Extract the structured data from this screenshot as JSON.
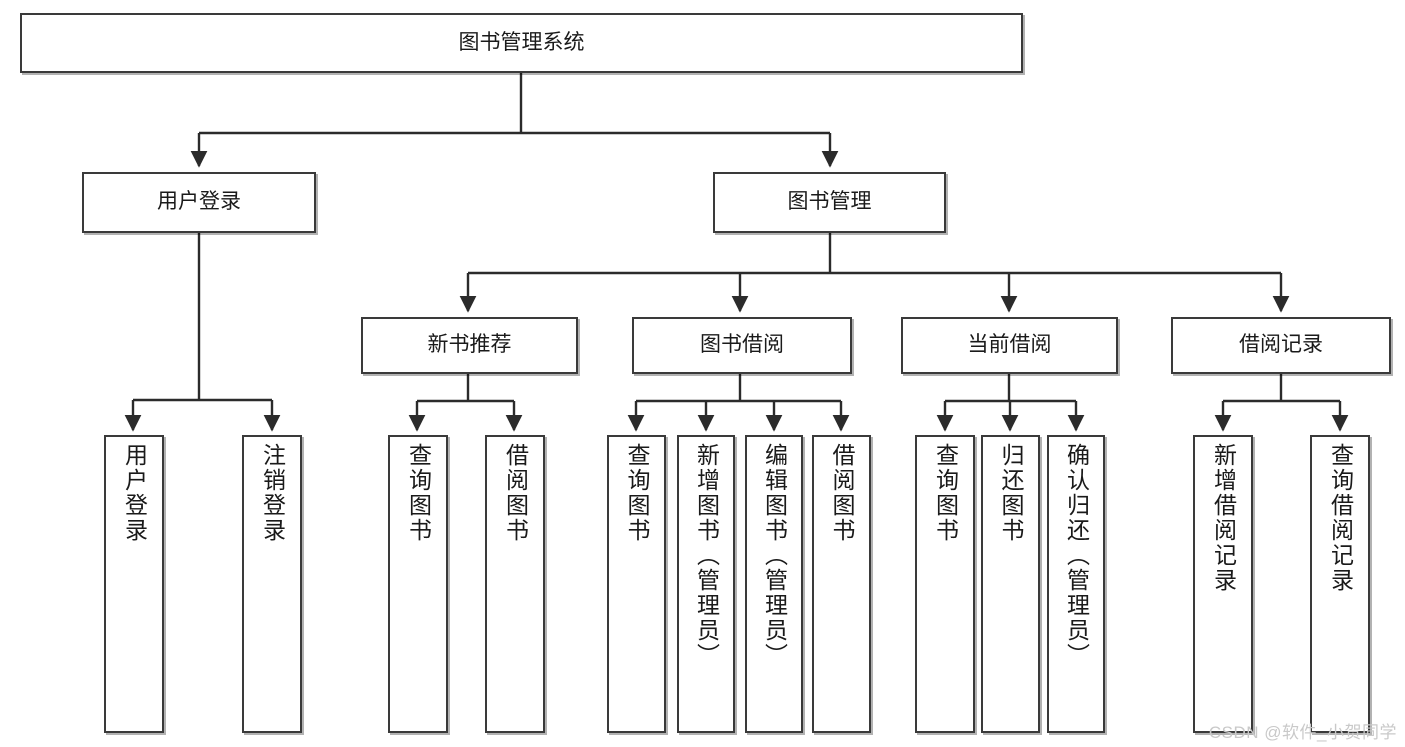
{
  "diagram": {
    "title": "图书管理系统",
    "type": "hierarchy-tree",
    "watermark": "CSDN @软件_小贺同学",
    "colors": {
      "border": "#3a3a3a",
      "fill": "#ffffff",
      "text": "#1a1a1a",
      "edge": "#2b2b2b",
      "watermark": "#c9c9c9"
    },
    "nodes": {
      "root": {
        "label": "图书管理系统"
      },
      "level1": [
        {
          "label": "用户登录"
        },
        {
          "label": "图书管理"
        }
      ],
      "level2": [
        {
          "label": "新书推荐"
        },
        {
          "label": "图书借阅"
        },
        {
          "label": "当前借阅"
        },
        {
          "label": "借阅记录"
        }
      ],
      "leaves_user_login": [
        {
          "label": "用户登录"
        },
        {
          "label": "注销登录"
        }
      ],
      "leaves_new_books": [
        {
          "label": "查询图书"
        },
        {
          "label": "借阅图书"
        }
      ],
      "leaves_borrow": [
        {
          "label": "查询图书"
        },
        {
          "label": "新增图书（管理员）"
        },
        {
          "label": "编辑图书（管理员）"
        },
        {
          "label": "借阅图书"
        }
      ],
      "leaves_current": [
        {
          "label": "查询图书"
        },
        {
          "label": "归还图书"
        },
        {
          "label": "确认归还（管理员）"
        }
      ],
      "leaves_records": [
        {
          "label": "新增借阅记录"
        },
        {
          "label": "查询借阅记录"
        }
      ]
    }
  }
}
